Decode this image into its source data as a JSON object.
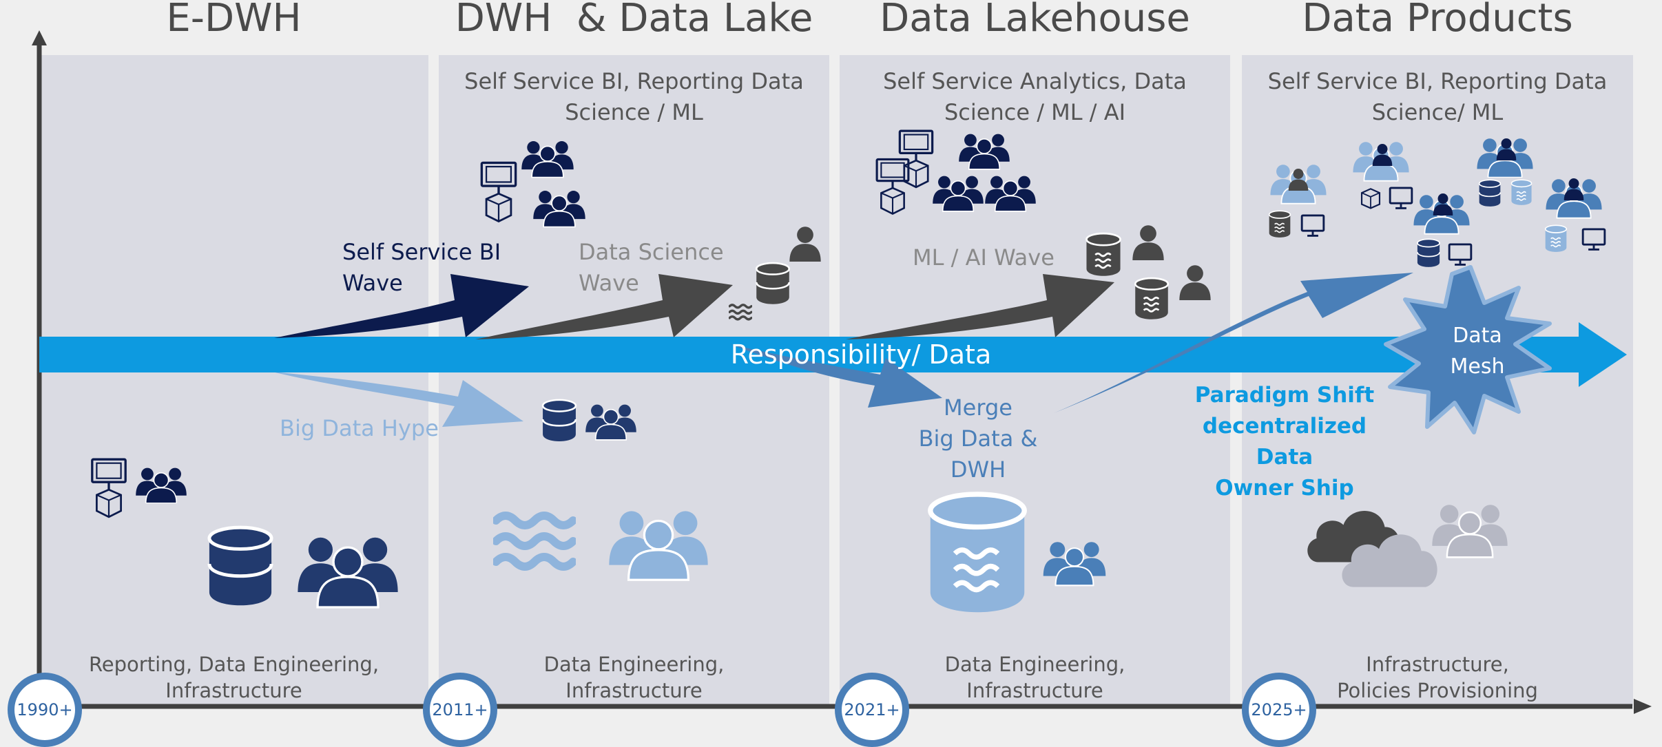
{
  "eras": [
    {
      "title": "E-DWH",
      "bottom": "Reporting, Data Engineering,\nInfrastructure",
      "date": "1990+"
    },
    {
      "title": "DWH  & Data Lake",
      "top": "Self Service BI, Reporting Data\nScience / ML",
      "bottom": "Data Engineering,\nInfrastructure",
      "date": "2011+"
    },
    {
      "title": "Data Lakehouse",
      "top": "Self Service Analytics, Data\nScience / ML / AI",
      "bottom": "Data Engineering,\nInfrastructure",
      "date": "2021+"
    },
    {
      "title": "Data Products",
      "top": "Self Service BI, Reporting Data\nScience/ ML",
      "bottom": "Infrastructure,\nPolicies Provisioning",
      "date": "2025+"
    }
  ],
  "waves": {
    "self_service_bi": "Self Service BI\nWave",
    "data_science": "Data Science\nWave",
    "ml_ai": "ML / AI Wave",
    "big_data_hype": "Big Data Hype",
    "merge": "Merge\nBig Data &\nDWH",
    "paradigm_shift": "Paradigm Shift\ndecentralized Data\nOwner Ship"
  },
  "responsibility_bar": "Responsibility/ Data",
  "data_mesh": "Data\nMesh",
  "colors": {
    "panel": "#dadbe3",
    "background": "#efefef",
    "responsibility_bar": "#0d9ae0",
    "dark_navy": "#0c1b4d",
    "dark_gray": "#484848",
    "light_blue": "#8fb4dc",
    "mid_blue": "#4a7fb8",
    "paradigm_text": "#0d9ae0",
    "badge_ring": "#4a7fb8"
  }
}
